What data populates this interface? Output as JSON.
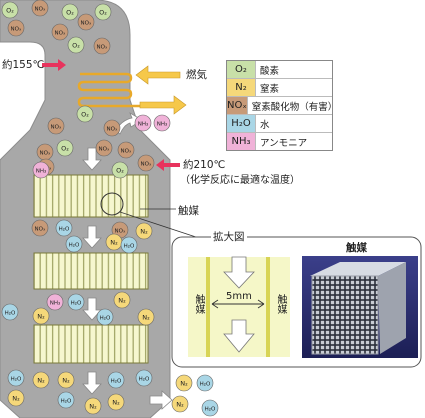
{
  "labels": {
    "temp_low": "約155℃",
    "steam": "燃気",
    "temp_high": "約210℃",
    "temp_high_note": "（化学反応に最適な温度）",
    "catalyst": "触媒",
    "enlarged": "拡大図",
    "catalyst_photo": "触媒",
    "catalyst_left": "触媒",
    "catalyst_right": "触媒",
    "gap": "5mm"
  },
  "legend": [
    {
      "symbol": "O₂",
      "name": "酸素",
      "color": "#c8e0a8"
    },
    {
      "symbol": "N₂",
      "name": "窒素",
      "color": "#f5d87a"
    },
    {
      "symbol": "NOₓ",
      "name": "窒素酸化物（有害）",
      "color": "#c79a78"
    },
    {
      "symbol": "H₂O",
      "name": "水",
      "color": "#a9d6e6"
    },
    {
      "symbol": "NH₃",
      "name": "アンモニア",
      "color": "#f0b2d8"
    }
  ],
  "molecules": {
    "O2": "O₂",
    "N2": "N₂",
    "NOx": "NOₓ",
    "H2O": "H₂O",
    "NH3": "NH₃"
  },
  "colors": {
    "duct": "#a8a8a8",
    "duct_dark": "#8c8c8c",
    "catalyst_fill": "#f6f7cf",
    "catalyst_stripe": "#a4a86a",
    "arrow_yellow": "#f6c84a",
    "arrow_pink": "#e8335d",
    "enlarge_bg": "#f5f7c8",
    "enlarge_bar": "#d8d455"
  }
}
